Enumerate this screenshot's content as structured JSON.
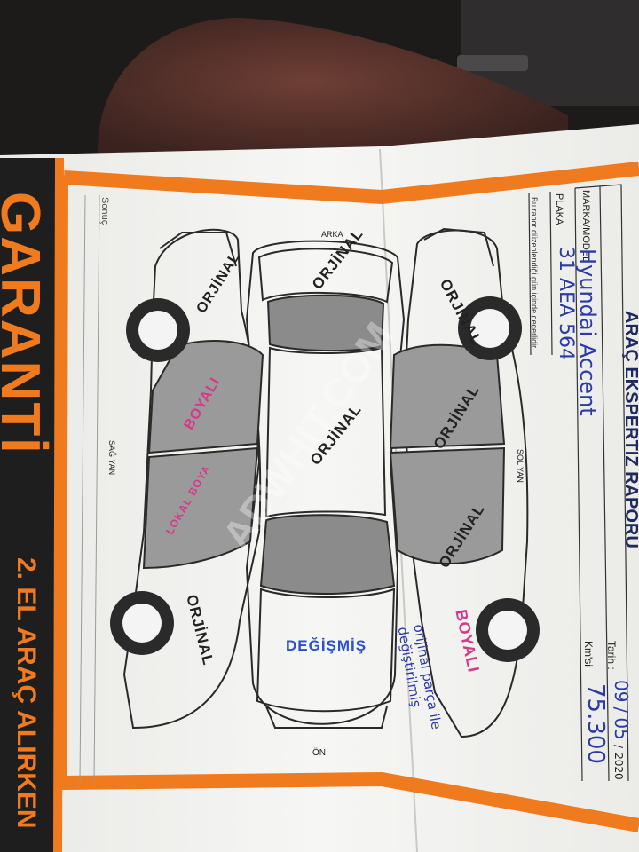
{
  "banner": {
    "brand": "GARANTİ",
    "tagline": "2. EL ARAÇ ALIRKEN"
  },
  "form": {
    "title": "ARAÇ EKSPERTİZ RAPORU",
    "labels": {
      "marka_model": "MARKA/MODEL",
      "plaka": "PLAKA",
      "note": "Bu rapor düzenlendiği gün içinde geçerlidir.",
      "tarih": "Tarih :",
      "km": "Km'si",
      "sonuc": "Sonuç",
      "arka": "ARKA",
      "on": "ÖN",
      "sag_yan": "SAĞ YAN",
      "sol_yan": "SOL YAN"
    },
    "handwritten": {
      "marka_model": "Hyundai Accent",
      "plaka": "31 AEA 564",
      "tarih_day": "09",
      "tarih_month": "05",
      "tarih_year": "2020",
      "km": "75.300",
      "note": "orijinal parça ile değiştirilmiş"
    }
  },
  "stamps": {
    "rear_bumper": "ORJİNAL",
    "roof": "ORJİNAL",
    "hood": "DEĞİŞMİŞ",
    "right_rear_fender": "ORJİNAL",
    "right_rear_door": "BOYALI",
    "right_front_door": "LOKAL BOYA",
    "right_front_fender": "ORJİNAL",
    "left_rear_fender": "ORJİNAL",
    "left_rear_door": "ORJİNAL",
    "left_front_door": "ORJİNAL",
    "left_front_fender": "BOYALI"
  },
  "watermark": "ADWHIT.COM",
  "colors": {
    "orange": "#f07a1e",
    "stamp_black": "#222222",
    "stamp_pink": "#d8388a",
    "stamp_blue": "#2c4fd0",
    "ink_blue": "#2a3aa8",
    "paper": "#f3f3f1"
  }
}
